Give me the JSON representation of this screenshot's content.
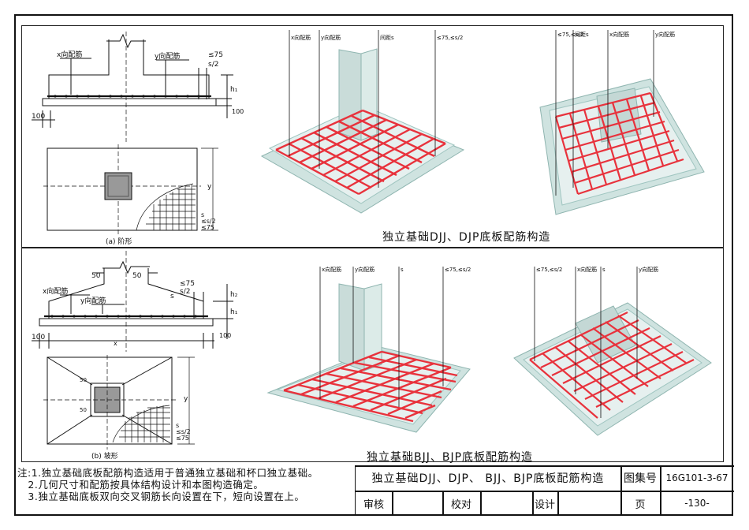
{
  "top_panel": {
    "caption": "独立基础DJJ、DJP底板配筋构造",
    "sub_caption": "(a) 阶形",
    "section": {
      "x_label": "x向配筋",
      "y_label": "y向配筋",
      "le75": "≤75",
      "s2": "s/2",
      "h1": "h₁",
      "d100_left": "100",
      "d100_right": "100"
    },
    "plan": {
      "y": "y",
      "s": "s",
      "s2": "≤s/2",
      "le75": "≤75"
    },
    "iso_left": {
      "l1": "x向配筋",
      "l2": "y向配筋",
      "l3": "间距s",
      "l4": "≤75,≤s/2"
    },
    "iso_right": {
      "l1": "≤75,≤s/2",
      "l2": "间距s",
      "l3": "x向配筋",
      "l4": "y向配筋"
    }
  },
  "bottom_panel": {
    "caption": "独立基础BJJ、BJP底板配筋构造",
    "sub_caption": "(b) 坡形",
    "section": {
      "d50_left": "50",
      "d50_right": "50",
      "x_label": "x向配筋",
      "y_label": "y向配筋",
      "le75": "≤75",
      "s2": "s/2",
      "s": "s",
      "h2": "h₂",
      "h1": "h₁",
      "d100_left": "100",
      "d100_right": "100",
      "x": "x"
    },
    "plan": {
      "y": "y",
      "s": "s",
      "s2": "≤s/2",
      "le75": "≤75",
      "d50a": "50",
      "d50b": "50"
    },
    "iso_left": {
      "l1": "x向配筋",
      "l2": "y向配筋",
      "l3": "s",
      "l4": "≤75,≤s/2"
    },
    "iso_right": {
      "l1": "≤75,≤s/2",
      "l2": "x向配筋",
      "l3": "s",
      "l4": "y向配筋"
    }
  },
  "notes": [
    "注:1.独立基础底板配筋构造适用于普通独立基础和杯口独立基础。",
    "   2.几何尺寸和配筋按具体结构设计和本图构造确定。",
    "   3.独立基础底板双向交叉钢筋长向设置在下，短向设置在上。"
  ],
  "title_block": {
    "title": "独立基础DJJ、DJP、 BJJ、BJP底板配筋构造",
    "atlas_label": "图集号",
    "atlas_no": "16G101-3-67",
    "review": "审核",
    "check": "校对",
    "design": "设计",
    "page_label": "页",
    "page_no": "-130-"
  },
  "colors": {
    "rebar": "#e8323c",
    "concrete": "#9fc5c0",
    "line": "#111111"
  }
}
